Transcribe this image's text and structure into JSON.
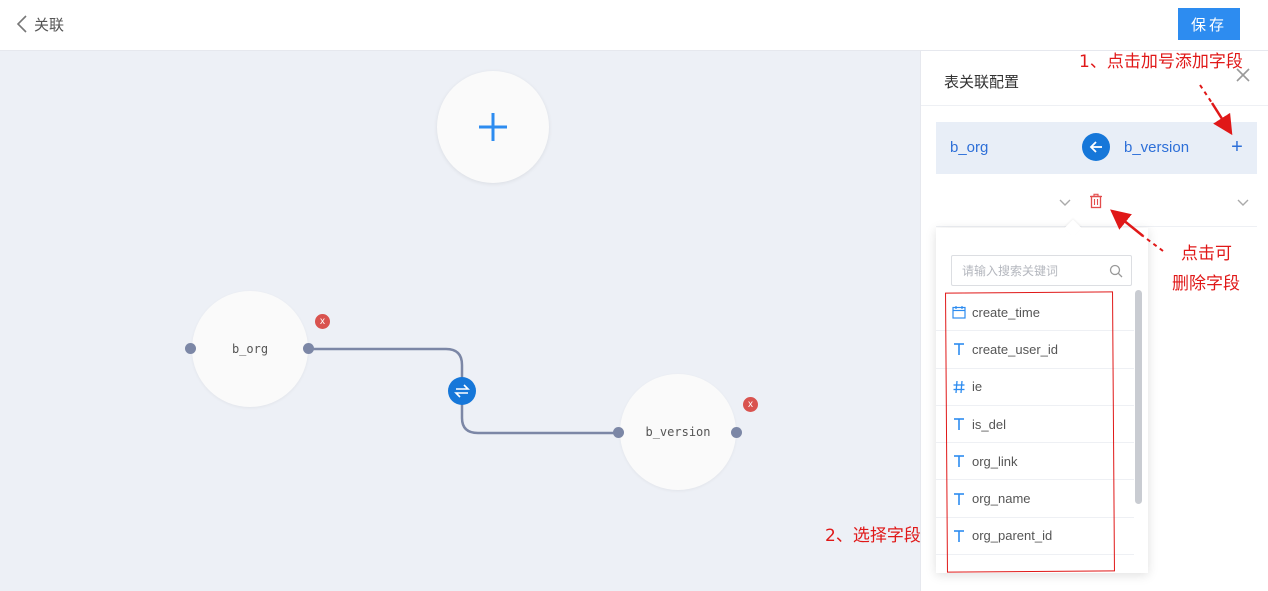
{
  "header": {
    "back_label": "关联",
    "save_label": "保存"
  },
  "canvas": {
    "nodes": [
      {
        "label": "b_org",
        "remove_label": "x"
      },
      {
        "label": "b_version",
        "remove_label": "x"
      }
    ]
  },
  "panel": {
    "title": "表关联配置",
    "relation": {
      "left_table": "b_org",
      "right_table": "b_version",
      "add_label": "+"
    },
    "search": {
      "placeholder": "请输入搜索关键词"
    },
    "fields": [
      {
        "name": "create_time",
        "icon": "calendar-icon"
      },
      {
        "name": "create_user_id",
        "icon": "text-type-icon"
      },
      {
        "name": "ie",
        "icon": "number-type-icon"
      },
      {
        "name": "is_del",
        "icon": "text-type-icon"
      },
      {
        "name": "org_link",
        "icon": "text-type-icon"
      },
      {
        "name": "org_name",
        "icon": "text-type-icon"
      },
      {
        "name": "org_parent_id",
        "icon": "text-type-icon"
      }
    ]
  },
  "annotations": {
    "step1": "1、点击加号添加字段",
    "delete_line1": "点击可",
    "delete_line2": "删除字段",
    "step2": "2、选择字段"
  },
  "colors": {
    "accent": "#2d8cf0",
    "annotation": "#e01818",
    "canvas_bg": "#edf0f6",
    "remove_badge": "#d9534f"
  }
}
